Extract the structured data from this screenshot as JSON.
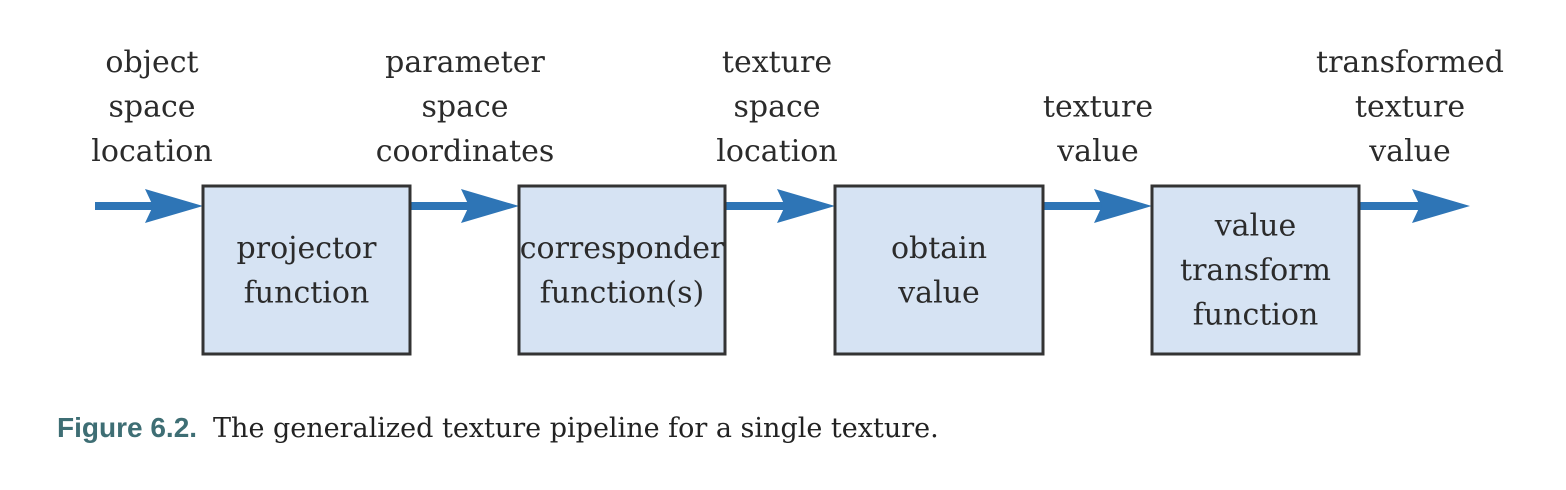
{
  "diagram": {
    "input_labels": [
      [
        "object",
        "space",
        "location"
      ],
      [
        "parameter",
        "space",
        "coordinates"
      ],
      [
        "texture",
        "space",
        "location"
      ],
      [
        "texture",
        "value"
      ],
      [
        "transformed",
        "texture",
        "value"
      ]
    ],
    "boxes": [
      [
        "projector",
        "function"
      ],
      [
        "corresponder",
        "function(s)"
      ],
      [
        "obtain",
        "value"
      ],
      [
        "value",
        "transform",
        "function"
      ]
    ],
    "colors": {
      "arrow": "#2e75b6",
      "box_fill": "#d6e3f3",
      "box_stroke": "#333333",
      "caption_label": "#3e6e74"
    }
  },
  "caption": {
    "label": "Figure 6.2.",
    "text": "The generalized texture pipeline for a single texture."
  }
}
